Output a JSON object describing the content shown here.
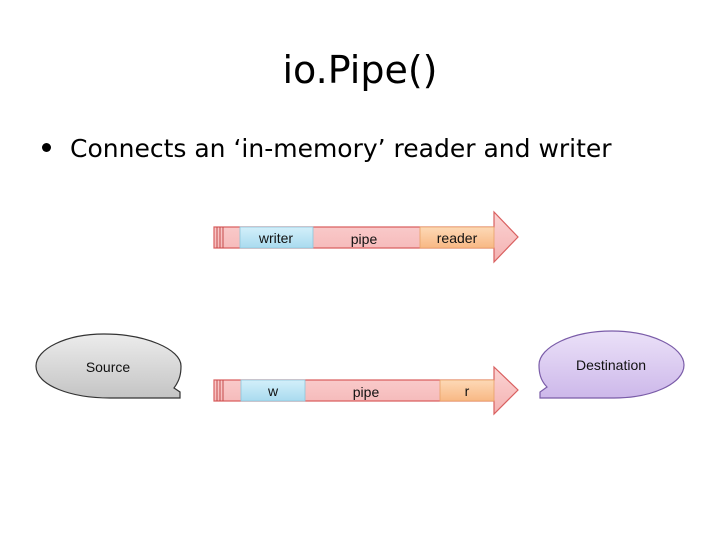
{
  "title": "io.Pipe()",
  "bullet": "Connects an ‘in-memory’ reader and writer",
  "pipe_top": {
    "writer_label": "writer",
    "pipe_label": "pipe",
    "reader_label": "reader"
  },
  "pipe_bottom": {
    "writer_label": "w",
    "pipe_label": "pipe",
    "reader_label": "r"
  },
  "source": {
    "label": "Source"
  },
  "destination": {
    "label": "Destination"
  },
  "colors": {
    "pipe_fill": "#f7c0c0",
    "pipe_stroke": "#d96060",
    "writer_fill": "#b9e3f3",
    "reader_fill": "#fbc79a",
    "source_fill": "#d6d6d6",
    "destination_fill": "#d9c8ef"
  }
}
